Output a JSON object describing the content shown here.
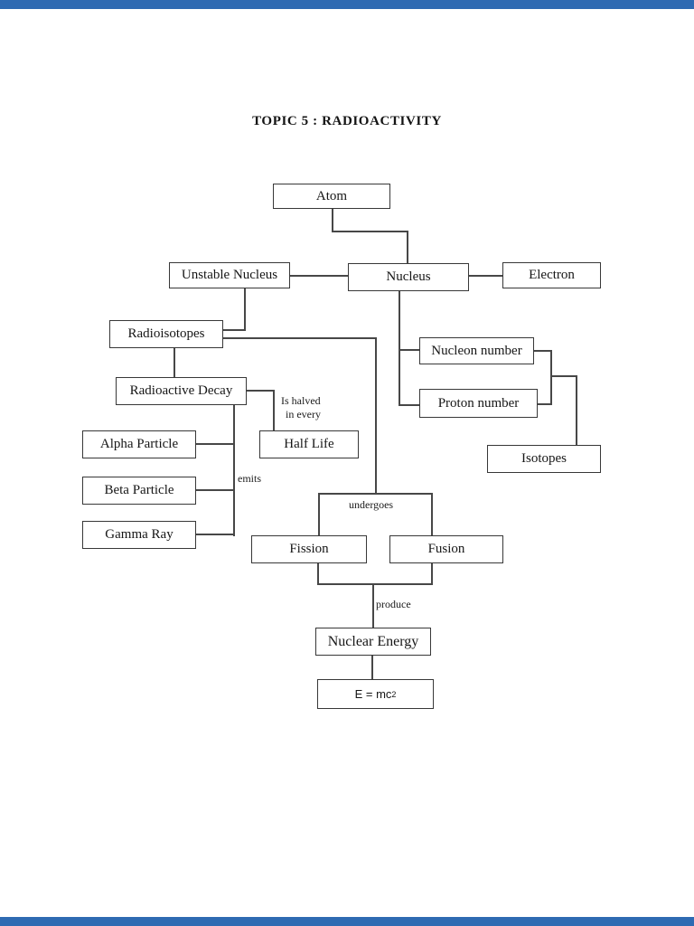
{
  "page": {
    "title": "TOPIC 5 : RADIOACTIVITY"
  },
  "colors": {
    "accent_bar": "#2e6ab2",
    "connector_line": "#474747",
    "box_border": "#383838",
    "page_background": "#ffffff"
  },
  "diagram": {
    "nodes": {
      "atom": {
        "label": "Atom"
      },
      "unstable_nucleus": {
        "label": "Unstable Nucleus"
      },
      "nucleus": {
        "label": "Nucleus"
      },
      "electron": {
        "label": "Electron"
      },
      "radioisotopes": {
        "label": "Radioisotopes"
      },
      "nucleon_number": {
        "label": "Nucleon number"
      },
      "radioactive_decay": {
        "label": "Radioactive Decay"
      },
      "proton_number": {
        "label": "Proton number"
      },
      "alpha_particle": {
        "label": "Alpha Particle"
      },
      "half_life": {
        "label": "Half Life"
      },
      "isotopes": {
        "label": "Isotopes"
      },
      "beta_particle": {
        "label": "Beta Particle"
      },
      "gamma_ray": {
        "label": "Gamma Ray"
      },
      "fission": {
        "label": "Fission"
      },
      "fusion": {
        "label": "Fusion"
      },
      "nuclear_energy": {
        "label": "Nuclear Energy"
      },
      "emc2": {
        "label_base": "E = mc",
        "label_sup": "2"
      }
    },
    "edge_labels": {
      "is_halved_line1": "Is halved",
      "is_halved_line2": "in every",
      "emits": "emits",
      "undergoes": "undergoes",
      "produce": "produce"
    }
  }
}
